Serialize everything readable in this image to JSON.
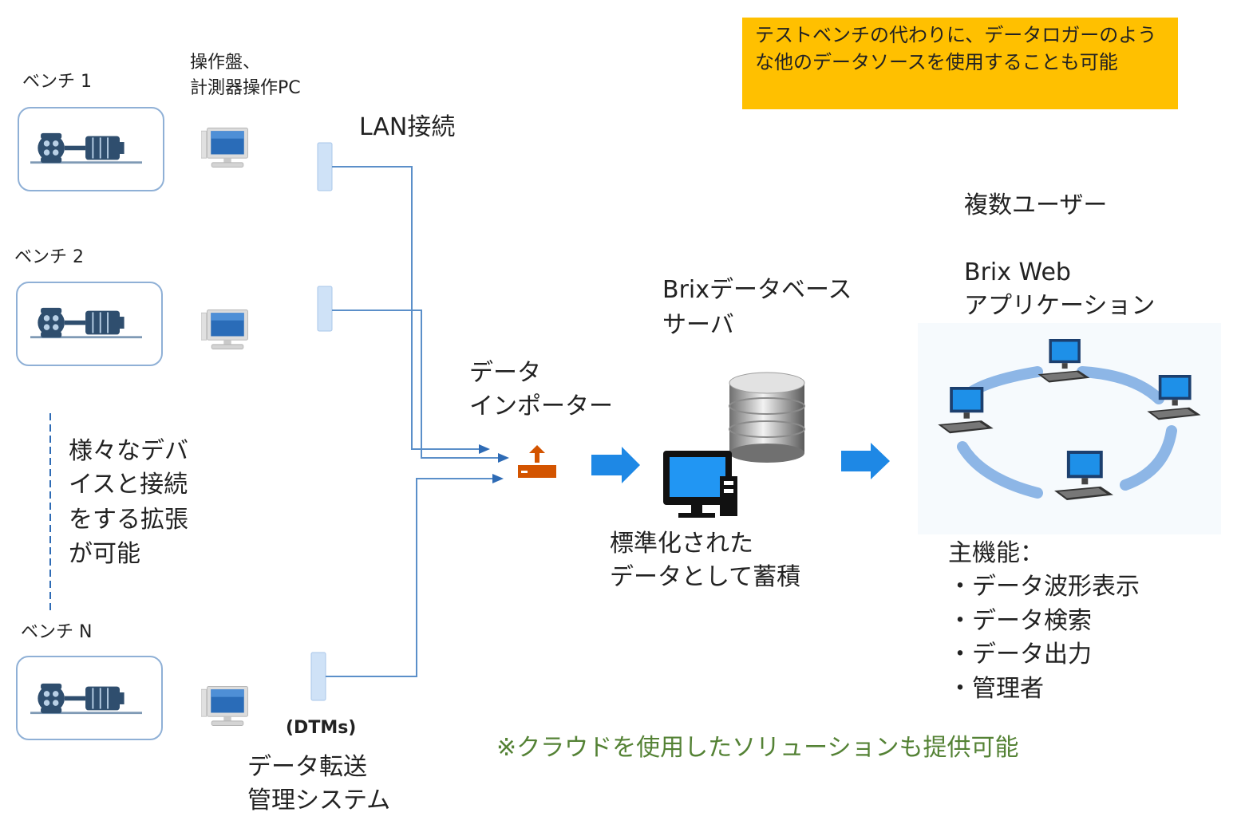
{
  "note": {
    "text": "テストベンチの代わりに、データロガーのような他のデータソースを使用することも可能"
  },
  "benches": [
    {
      "label": "ベンチ 1"
    },
    {
      "label": "ベンチ 2"
    },
    {
      "label": "ベンチ N"
    }
  ],
  "operator_pc": {
    "line1": "操作盤、",
    "line2": "計測器操作PC"
  },
  "lan": {
    "label": "LAN接続"
  },
  "expansion": {
    "lines": [
      "様々なデバ",
      "イスと接続",
      "をする拡張",
      "が可能"
    ]
  },
  "dtm": {
    "code": "(DTMs)",
    "line1": "データ転送",
    "line2": "管理システム"
  },
  "importer": {
    "line1": "データ",
    "line2": "インポーター"
  },
  "db_server": {
    "line1": "Brixデータベース",
    "line2": "サーバ"
  },
  "storage": {
    "line1": "標準化された",
    "line2": "データとして蓄積"
  },
  "users": {
    "label": "複数ユーザー"
  },
  "webapp": {
    "line1": "Brix Web",
    "line2": "アプリケーション"
  },
  "features": {
    "title": "主機能：",
    "items": [
      "・データ波形表示",
      "・データ検索",
      "・データ出力",
      "・管理者"
    ]
  },
  "cloud_note": "※クラウドを使用したソリューションも提供可能",
  "colors": {
    "note_bg": "#ffc000",
    "line_blue": "#5b8fc9",
    "arrow_blue": "#1e88e5",
    "green": "#548235",
    "importer_orange": "#d35400"
  }
}
